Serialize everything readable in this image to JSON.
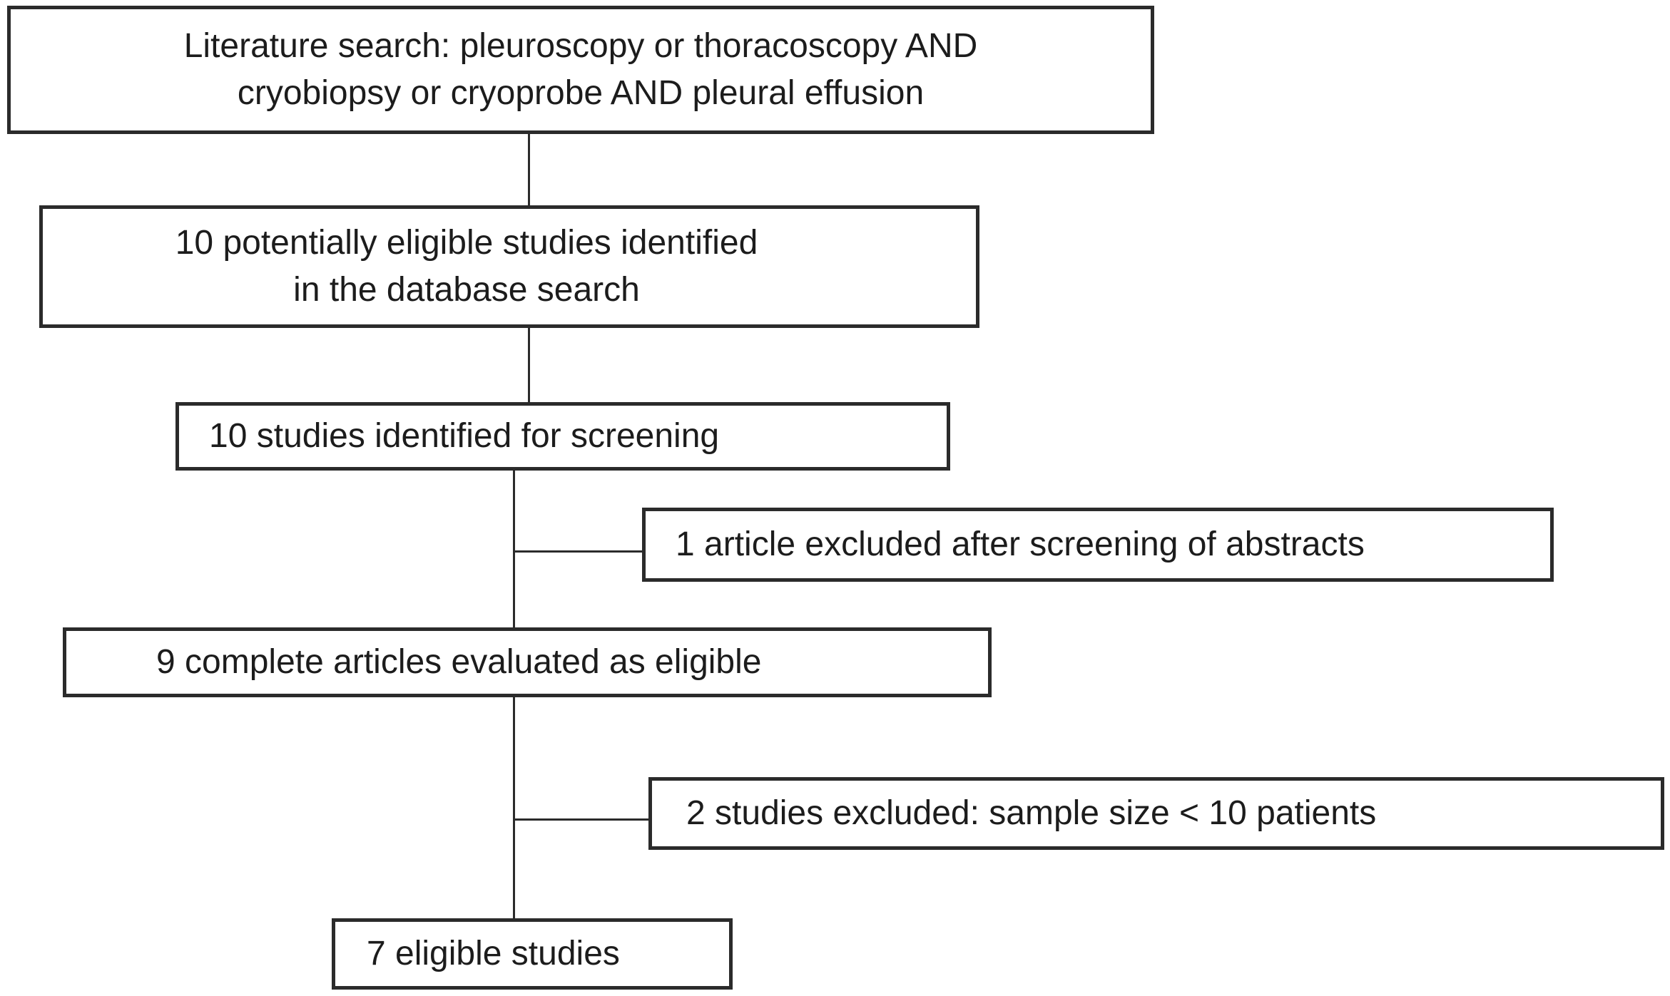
{
  "flowchart": {
    "colors": {
      "background": "#ffffff",
      "border": "#2b2b2b",
      "text": "#1c1c1c"
    },
    "boxes": {
      "literature_search": {
        "text": "Literature search: pleuroscopy or thoracoscopy AND\ncryobiopsy or cryoprobe AND pleural effusion"
      },
      "potentially_eligible": {
        "text": "10 potentially eligible studies identified\nin the database search"
      },
      "screening": {
        "text": "10 studies identified for screening"
      },
      "excluded_abstracts": {
        "text": "1 article excluded after screening of abstracts"
      },
      "evaluated_eligible": {
        "text": "9 complete articles evaluated as eligible"
      },
      "excluded_sample_size": {
        "text": "2 studies excluded: sample size < 10 patients"
      },
      "eligible_studies": {
        "text": "7 eligible studies"
      }
    },
    "edges": [
      {
        "from": "literature_search",
        "to": "potentially_eligible"
      },
      {
        "from": "potentially_eligible",
        "to": "screening"
      },
      {
        "from": "screening",
        "to": "excluded_abstracts"
      },
      {
        "from": "screening",
        "to": "evaluated_eligible"
      },
      {
        "from": "evaluated_eligible",
        "to": "excluded_sample_size"
      },
      {
        "from": "evaluated_eligible",
        "to": "eligible_studies"
      }
    ]
  }
}
